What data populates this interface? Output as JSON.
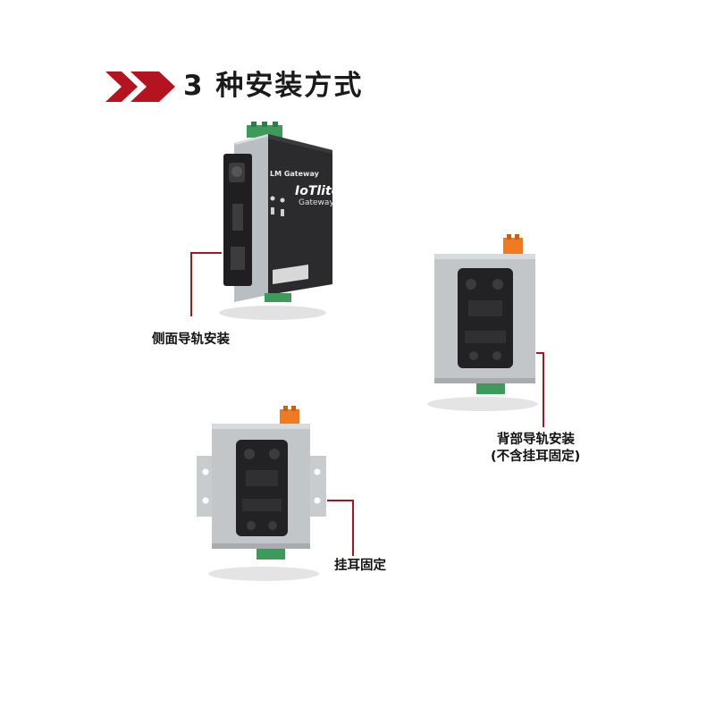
{
  "header": {
    "title": "3 种安装方式",
    "arrow_color": "#b3141f"
  },
  "methods": [
    {
      "label": "侧面导轨安装"
    },
    {
      "label": "背部导轨安装",
      "note": "(不含挂耳固定)"
    },
    {
      "label": "挂耳固定"
    }
  ],
  "device": {
    "brand": "LM Gateway",
    "model_line1": "IoTlite",
    "model_line2": "Gateway"
  },
  "colors": {
    "leader_line": "#9e1b22",
    "device_body": "#2b2b2d",
    "terminal_green": "#3d9a5a",
    "terminal_orange": "#f07a22"
  }
}
